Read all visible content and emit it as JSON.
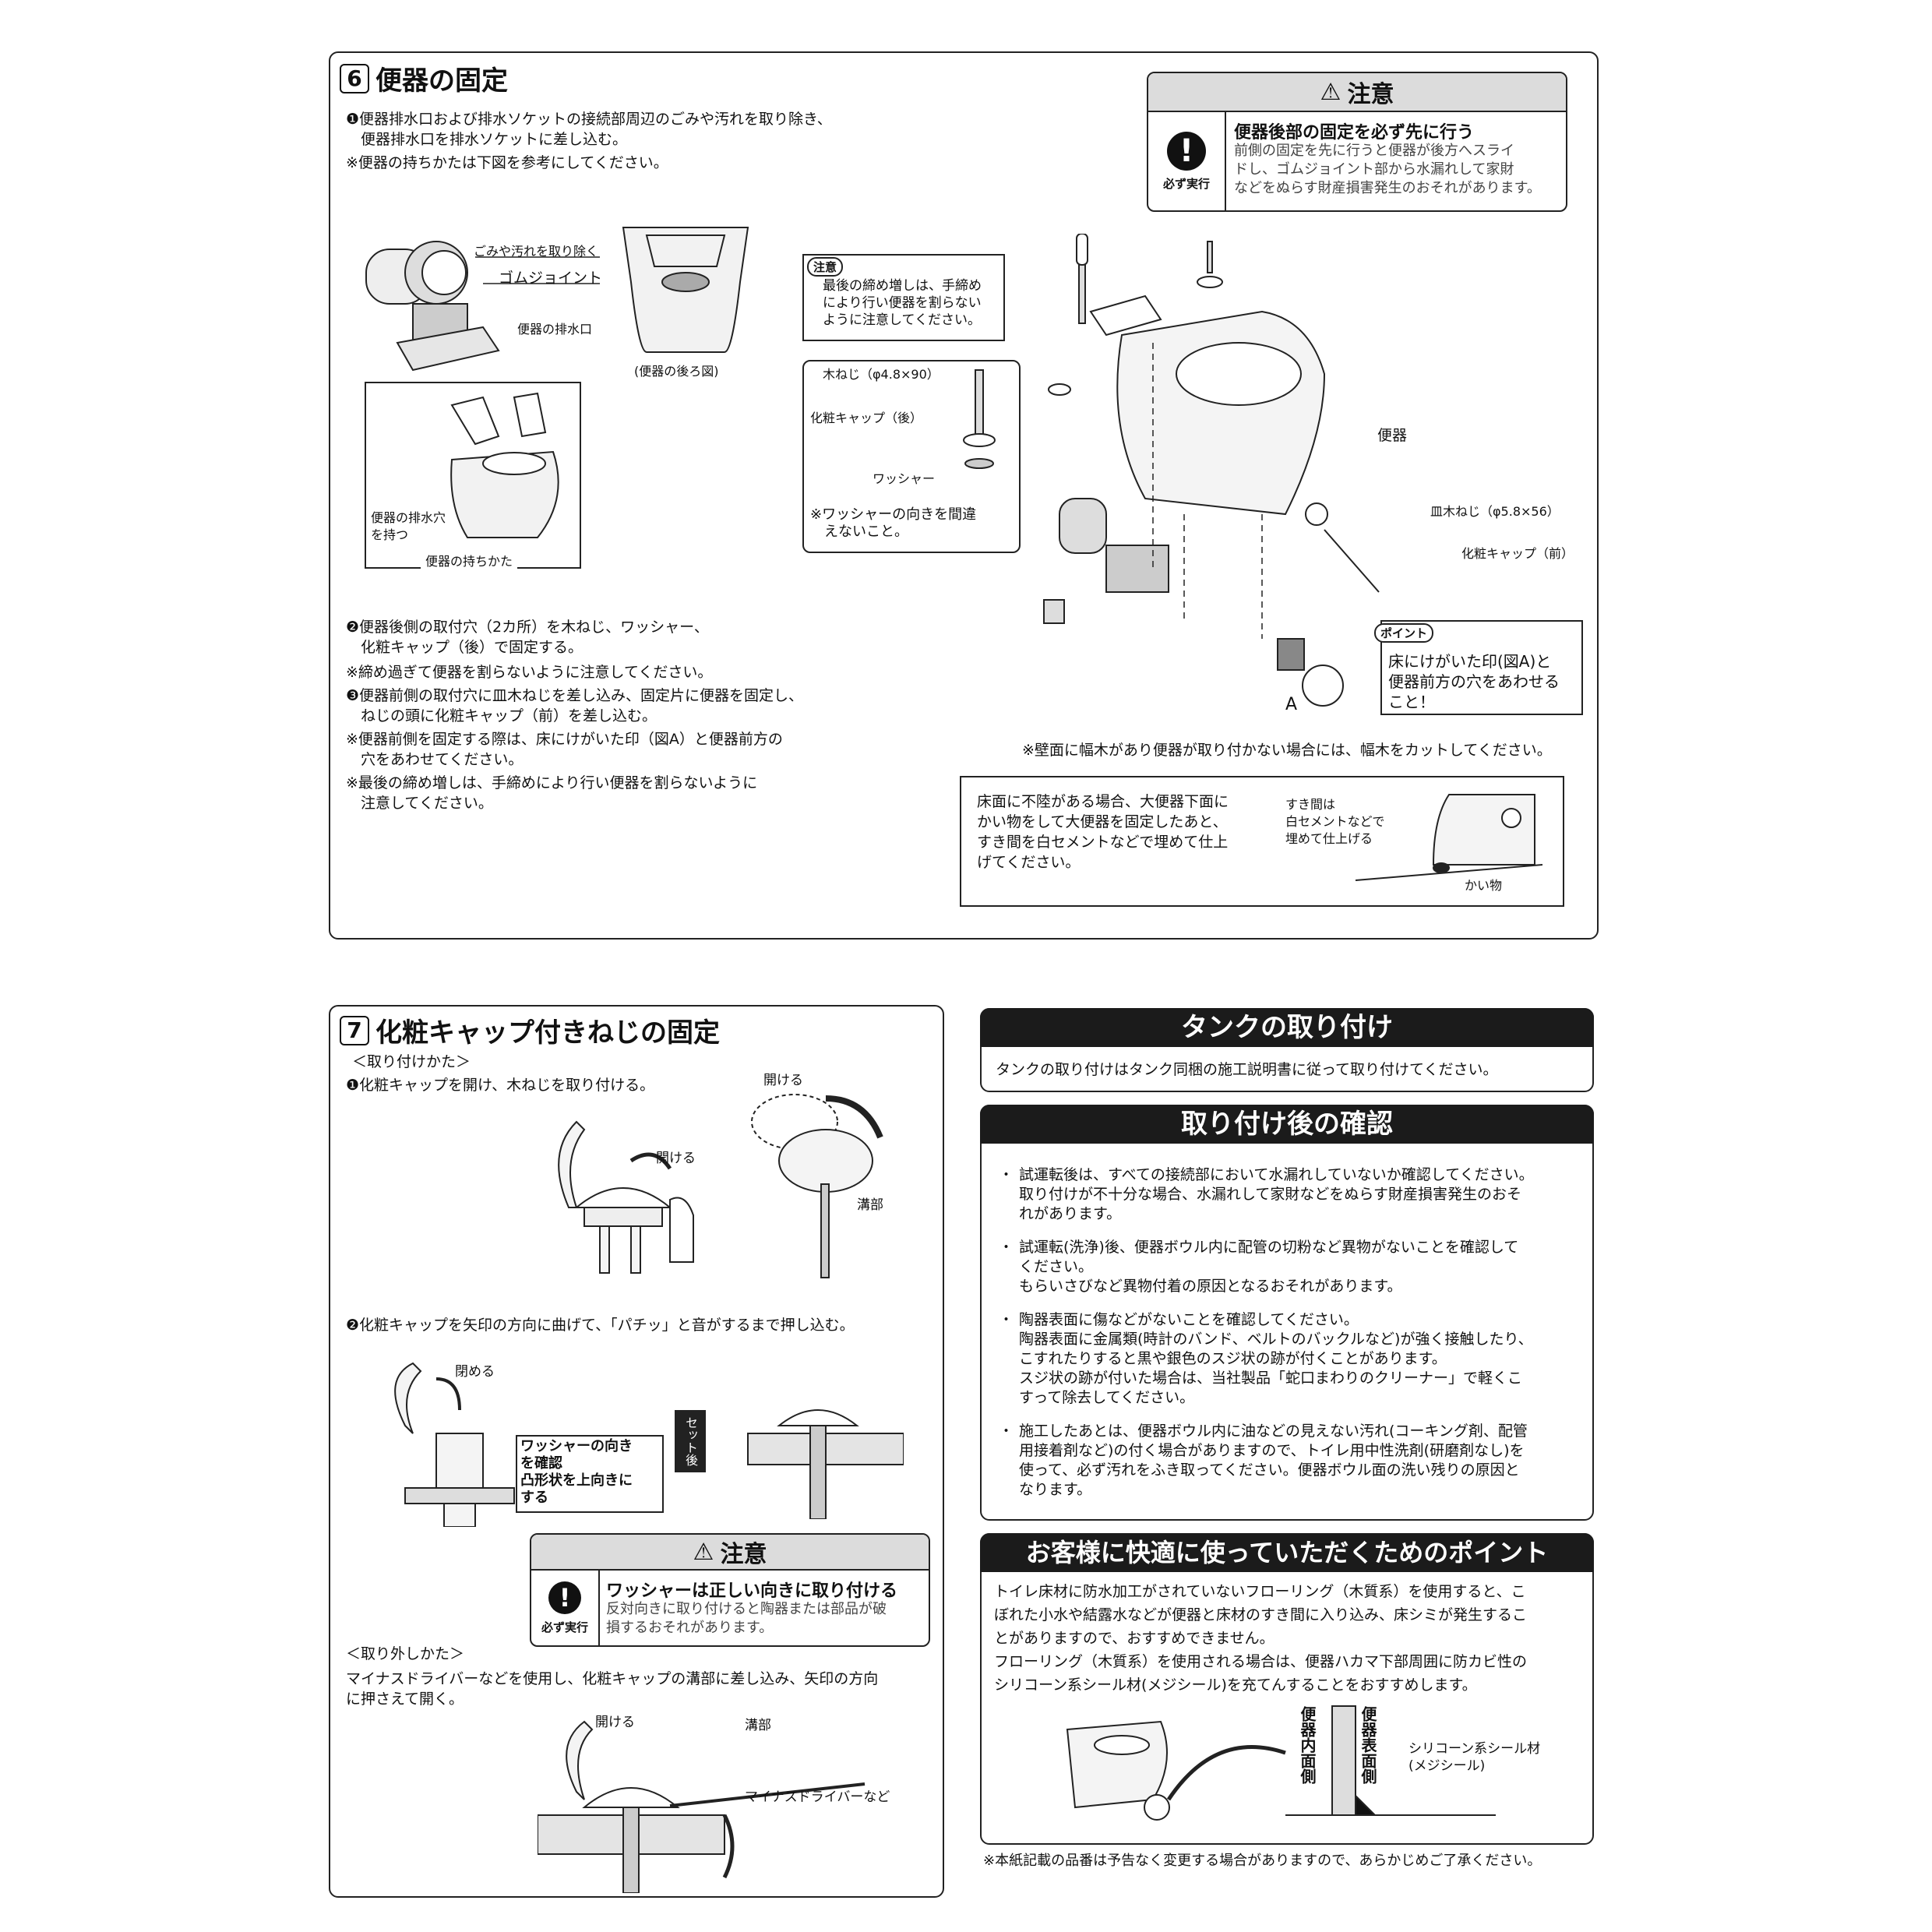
{
  "sec6": {
    "num": "6",
    "title": "便器の固定",
    "step1": "❶便器排水口および排水ソケットの接続部周辺のごみや汚れを取り除き、\n　便器排水口を排水ソケットに差し込む。",
    "hold_note": "※便器の持ちかたは下図を参考にしてください。",
    "labels": {
      "dirt": "ごみや汚れを取り除く",
      "gomu": "ゴムジョイント",
      "drain": "便器の排水口",
      "back_view": "(便器の後ろ図)",
      "hold_hole": "便器の排水穴\nを持つ",
      "holding": "便器の持ちかた",
      "caution_small_tag": "注意",
      "caution_small": "最後の締め増しは、手締め\nにより行い便器を割らない\nように注意してください。",
      "wood_screw": "木ねじ（φ4.8×90）",
      "cap_rear": "化粧キャップ（後）",
      "washer": "ワッシャー",
      "washer_note": "※ワッシャーの向きを間違\n　えないこと。",
      "toilet": "便器",
      "plate_screw": "皿木ねじ（φ5.8×56）",
      "cap_front": "化粧キャップ（前）",
      "point_tag": "ポイント",
      "point_text": "床にけがいた印(図A)と\n便器前方の穴をあわせる\nこと！",
      "A": "A"
    },
    "step2": "❷便器後側の取付穴（2カ所）を木ねじ、ワッシャー、\n　化粧キャップ（後）で固定する。",
    "note2": "※締め過ぎて便器を割らないように注意してください。",
    "step3": "❸便器前側の取付穴に皿木ねじを差し込み、固定片に便器を固定し、\n　ねじの頭に化粧キャップ（前）を差し込む。",
    "note3": "※便器前側を固定する際は、床にけがいた印（図A）と便器前方の\n　穴をあわせてください。",
    "note4": "※最後の締め増しは、手締めにより行い便器を割らないように\n　注意してください。",
    "wall_note": "※壁面に幅木があり便器が取り付かない場合には、幅木をカットしてください。",
    "floor_box": "床面に不陸がある場合、大便器下面に\nかい物をして大便器を固定したあと、\nすき間を白セメントなどで埋めて仕上\nげてください。",
    "gap_label": "すき間は\n白セメントなどで\n埋めて仕上げる",
    "shim_label": "かい物",
    "caution": {
      "head": "注意",
      "icon": "exclamation-icon",
      "must": "必ず実行",
      "title": "便器後部の固定を必ず先に行う",
      "body": "前側の固定を先に行うと便器が後方へスライ\nドし、ゴムジョイント部から水漏れして家財\nなどをぬらす財産損害発生のおそれがあります。"
    }
  },
  "sec7": {
    "num": "7",
    "title": "化粧キャップ付きねじの固定",
    "how_attach": "＜取り付けかた＞",
    "step1": "❶化粧キャップを開け、木ねじを取り付ける。",
    "open1": "開ける",
    "open2": "開ける",
    "groove1": "溝部",
    "step2": "❷化粧キャップを矢印の方向に曲げて、「パチッ」と音がするまで押し込む。",
    "close": "閉める",
    "washer_box": "ワッシャーの向き\nを確認\n凸形状を上向きに\nする",
    "set_after": "セット後",
    "caution": {
      "head": "注意",
      "must": "必ず実行",
      "title": "ワッシャーは正しい向きに取り付ける",
      "body": "反対向きに取り付けると陶器または部品が破\n損するおそれがあります。"
    },
    "how_remove": "＜取り外しかた＞",
    "remove_text": "マイナスドライバーなどを使用し、化粧キャップの溝部に差し込み、矢印の方向\nに押さえて開く。",
    "open3": "開ける",
    "groove2": "溝部",
    "driver": "マイナスドライバーなど"
  },
  "tank": {
    "title": "タンクの取り付け",
    "text": "タンクの取り付けはタンク同梱の施工説明書に従って取り付けてください。"
  },
  "check": {
    "title": "取り付け後の確認",
    "items": [
      "試運転後は、すべての接続部において水漏れしていないか確認してください。\n取り付けが不十分な場合、水漏れして家財などをぬらす財産損害発生のおそ\nれがあります。",
      "試運転(洗浄)後、便器ボウル内に配管の切粉など異物がないことを確認して\nください。\nもらいさびなど異物付着の原因となるおそれがあります。",
      "陶器表面に傷などがないことを確認してください。\n陶器表面に金属類(時計のバンド、ベルトのバックルなど)が強く接触したり、\nこすれたりすると黒や銀色のスジ状の跡が付くことがあります。\nスジ状の跡が付いた場合は、当社製品「蛇口まわりのクリーナー」で軽くこ\nすって除去してください。",
      "施工したあとは、便器ボウル内に油などの見えない汚れ(コーキング剤、配管\n用接着剤など)の付く場合がありますので、トイレ用中性洗剤(研磨剤なし)を\n使って、必ず汚れをふき取ってください。便器ボウル面の洗い残りの原因と\nなります。"
    ]
  },
  "comfort": {
    "title": "お客様に快適に使っていただくためのポイント",
    "text": "トイレ床材に防水加工がされていないフローリング（木質系）を使用すると、こ\nぼれた小水や結露水などが便器と床材のすき間に入り込み、床シミが発生するこ\nとがありますので、おすすめできません。\nフローリング（木質系）を使用される場合は、便器ハカマ下部周囲に防カビ性の\nシリコーン系シール材(メジシール)を充てんすることをおすすめします。",
    "inner_side": "便器内面側",
    "surface_side": "便器表面側",
    "sealant": "シリコーン系シール材\n(メジシール)"
  },
  "footnote": "※本紙記載の品番は予告なく変更する場合がありますので、あらかじめご了承ください。"
}
